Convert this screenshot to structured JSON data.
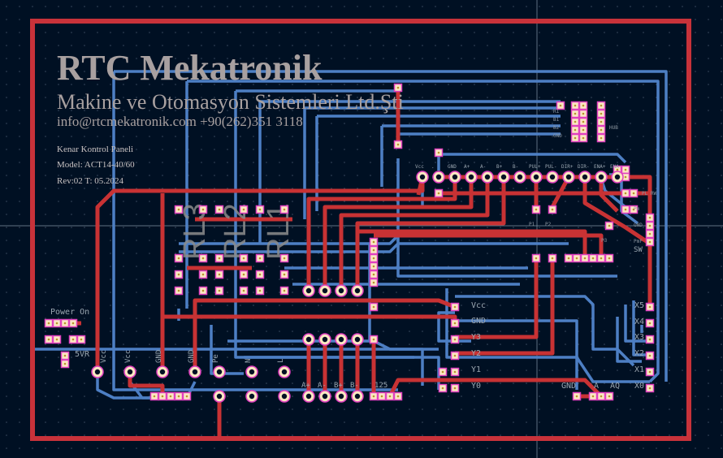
{
  "app": {
    "view": "PCB layout editor",
    "colors": {
      "background": "#001023",
      "board_edge": "#c8323a",
      "top_copper": "#c83234",
      "bottom_copper": "#4d7fc4",
      "pad": "#fbe7c2",
      "pad_outline": "#e040c0",
      "silkscreen": "#a8a0a0",
      "crosshair": "#8a9aa8"
    }
  },
  "silkscreen": {
    "company": "RTC Mekatronik",
    "subtitle": "Makine ve Otomasyon Sistemleri Ltd.Şti",
    "contact": "info@rtcmekatronik.com  +90(262)351 3118",
    "product": "Kenar Kontrol Paneli",
    "model": "Model: ACT14-40/60",
    "revision": "Rev:02    T: 05.2024",
    "relay_labels": [
      "RL1",
      "RL2",
      "RL3"
    ],
    "power_on": "Power On",
    "svr": "5VR",
    "bottom_terminal_labels": [
      "Vcc",
      "Vcc",
      "GND",
      "GND",
      "Pe",
      "N",
      "L"
    ],
    "encoder_terminal_labels": [
      "A+",
      "A-",
      "B+",
      "B-"
    ],
    "connector_125": "125",
    "top_header_labels": [
      "Vcc",
      ".",
      "GND",
      "A+",
      "A-",
      "B+",
      "B-",
      "PUL+",
      "PUL-",
      "DIR+",
      "DIR-",
      "ENA+",
      "ENA-"
    ],
    "p_labels": [
      "P1",
      "P2",
      "P3"
    ],
    "hub_labels": [
      "R1",
      "B1",
      "B2",
      "GND"
    ],
    "hub": "HUB",
    "right_labels": [
      "PL RW",
      "Pm",
      "GND",
      "PmF",
      "SW"
    ],
    "y_labels": [
      "Vcc",
      "GND",
      "Y3",
      "Y2",
      "Y1",
      "Y0"
    ],
    "x_labels": [
      "X5",
      "X4",
      "X3",
      "X2",
      "X1",
      "X0"
    ],
    "analog_labels": [
      "GND",
      "A",
      "AQ"
    ]
  }
}
